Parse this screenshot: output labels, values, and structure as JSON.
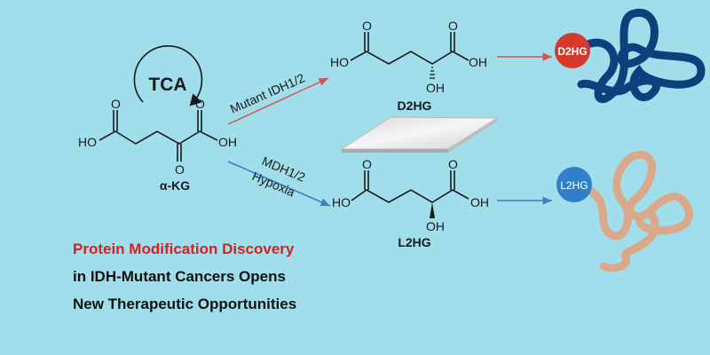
{
  "diagram": {
    "cycle_label": "TCA",
    "substrate": {
      "name": "α-KG",
      "ho": "HO",
      "oh": "OH",
      "o": "O"
    },
    "pathways": [
      {
        "label": "Mutant IDH1/2",
        "color": "#d9534f"
      },
      {
        "label_line1": "MDH1/2",
        "label_line2": "Hypoxia",
        "color": "#3b7fc4"
      }
    ],
    "products": [
      {
        "name": "D2HG",
        "badge": "D2HG",
        "badge_color": "#d63a2f",
        "protein_color": "#0f3f7c"
      },
      {
        "name": "L2HG",
        "badge": "L2HG",
        "badge_color": "#2f7fc9",
        "protein_color": "#dba88a"
      }
    ]
  },
  "headline": {
    "line1": "Protein Modification Discovery",
    "line2": "in IDH-Mutant Cancers Opens",
    "line3": "New Therapeutic Opportunities"
  }
}
